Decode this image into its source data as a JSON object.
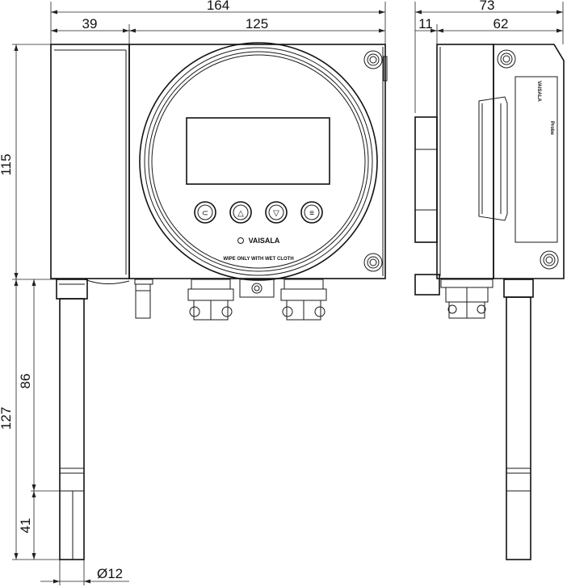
{
  "dimensions": {
    "total_width": "164",
    "left_width": "39",
    "front_width": "125",
    "side_total": "73",
    "side_small": "11",
    "side_depth": "62",
    "height": "115",
    "probe_total": "127",
    "probe_upper": "86",
    "probe_lower": "41",
    "diameter": "Ø12"
  },
  "labels": {
    "brand": "VAISALA",
    "wipe_notice": "WIPE ONLY WITH WET CLOTH",
    "side_brand": "VAISALA",
    "side_probe": "Probe"
  },
  "buttons": {
    "cancel": "⊂",
    "up": "△",
    "down": "▽",
    "enter": "≡"
  }
}
